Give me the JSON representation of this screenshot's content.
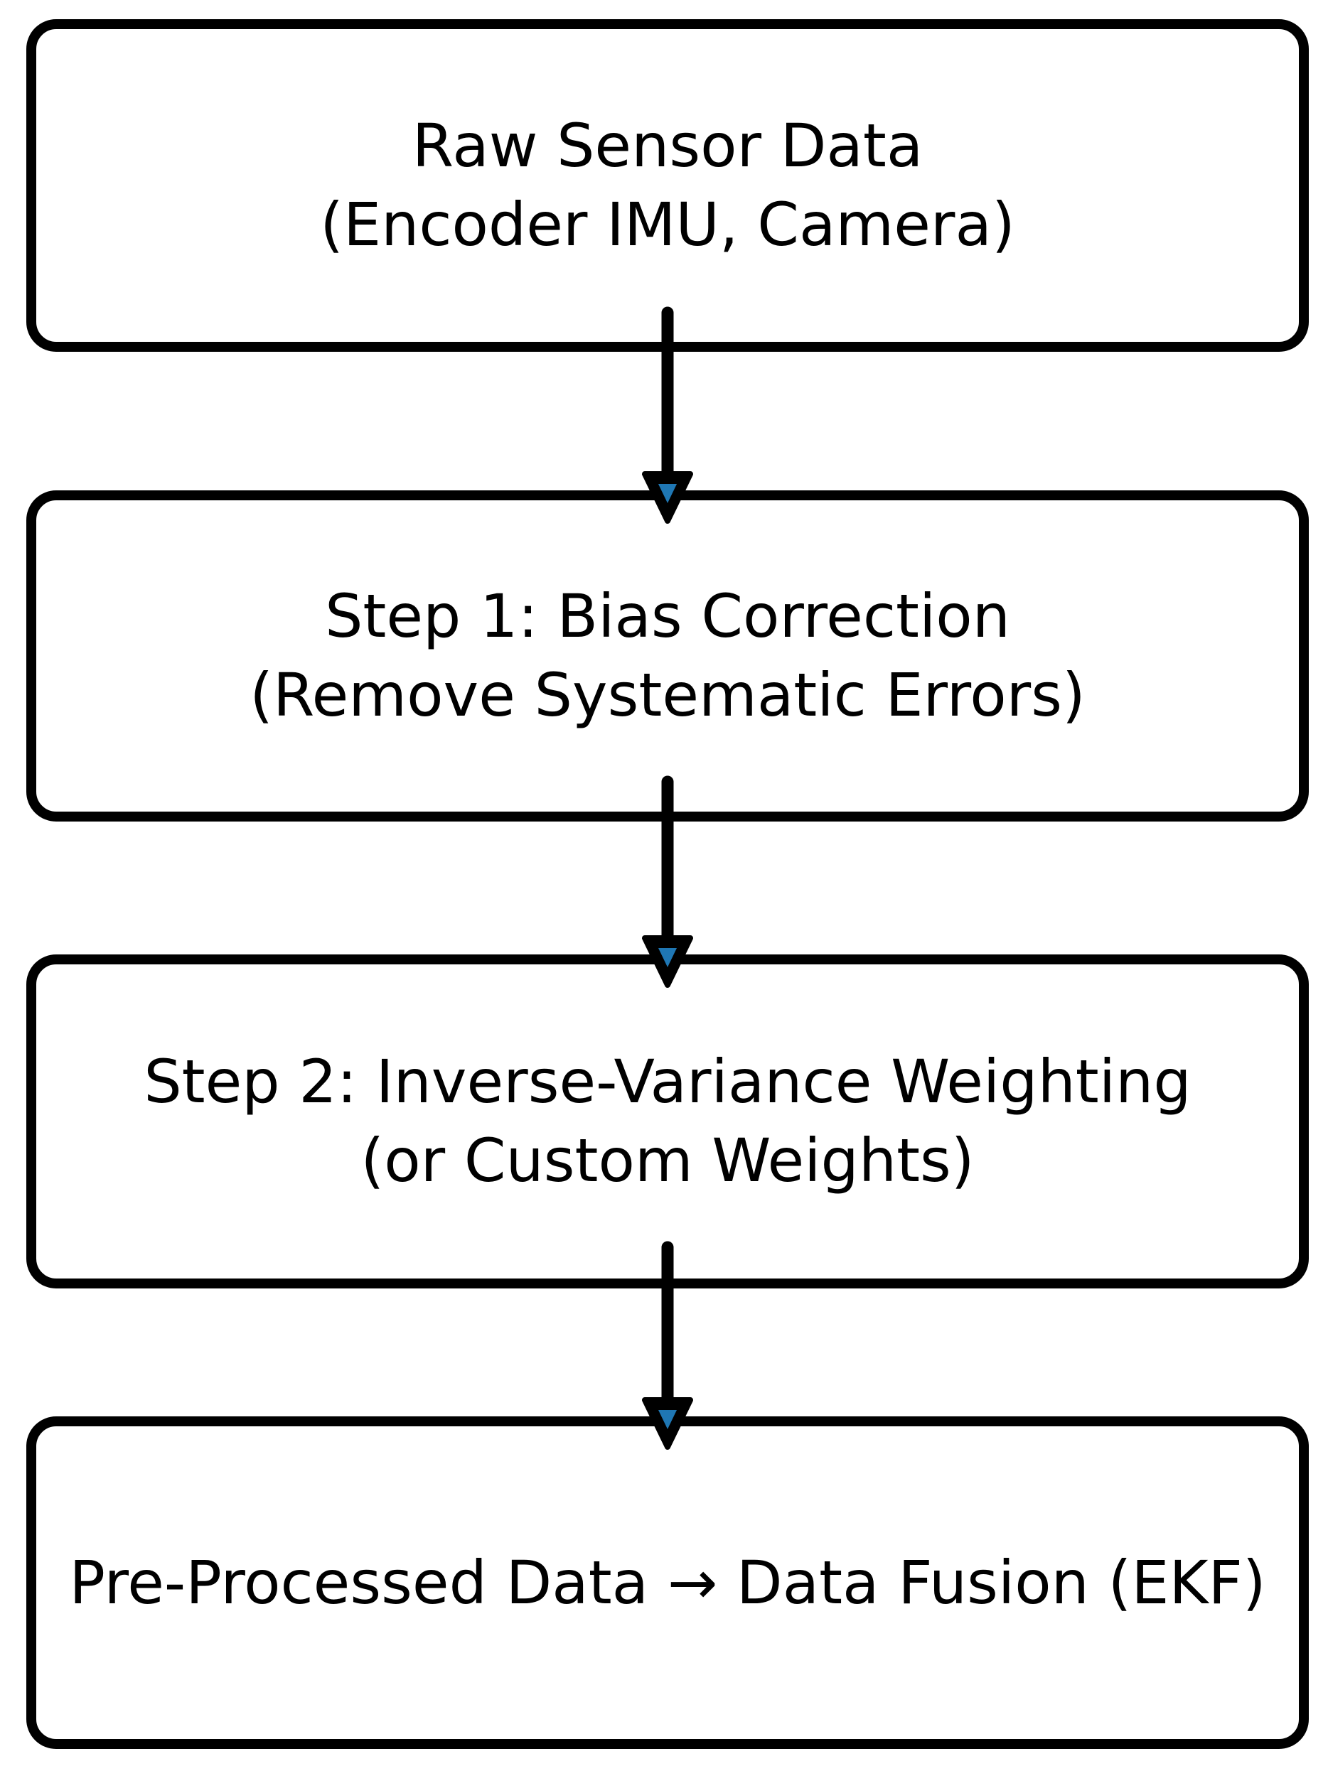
{
  "diagram": {
    "type": "flowchart",
    "direction": "top-down",
    "colors": {
      "background": "#ffffff",
      "node_fill": "#ffffff",
      "node_border": "#000000",
      "text": "#000000",
      "arrow_line": "#000000",
      "arrowhead_outline": "#000000",
      "arrowhead_fill": "#1f77b4"
    },
    "nodes": [
      {
        "id": "raw-sensor-data",
        "lines": [
          "Raw Sensor Data",
          "(Encoder IMU, Camera)"
        ]
      },
      {
        "id": "step-1-bias-correction",
        "lines": [
          "Step 1: Bias Correction",
          "(Remove Systematic Errors)"
        ]
      },
      {
        "id": "step-2-inverse-variance-weighting",
        "lines": [
          "Step 2: Inverse-Variance Weighting",
          "(or Custom Weights)"
        ]
      },
      {
        "id": "pre-processed-data-fusion",
        "lines": [
          "Pre-Processed Data → Data Fusion (EKF)"
        ]
      }
    ],
    "edges": [
      {
        "from": "raw-sensor-data",
        "to": "step-1-bias-correction"
      },
      {
        "from": "step-1-bias-correction",
        "to": "step-2-inverse-variance-weighting"
      },
      {
        "from": "step-2-inverse-variance-weighting",
        "to": "pre-processed-data-fusion"
      }
    ]
  }
}
